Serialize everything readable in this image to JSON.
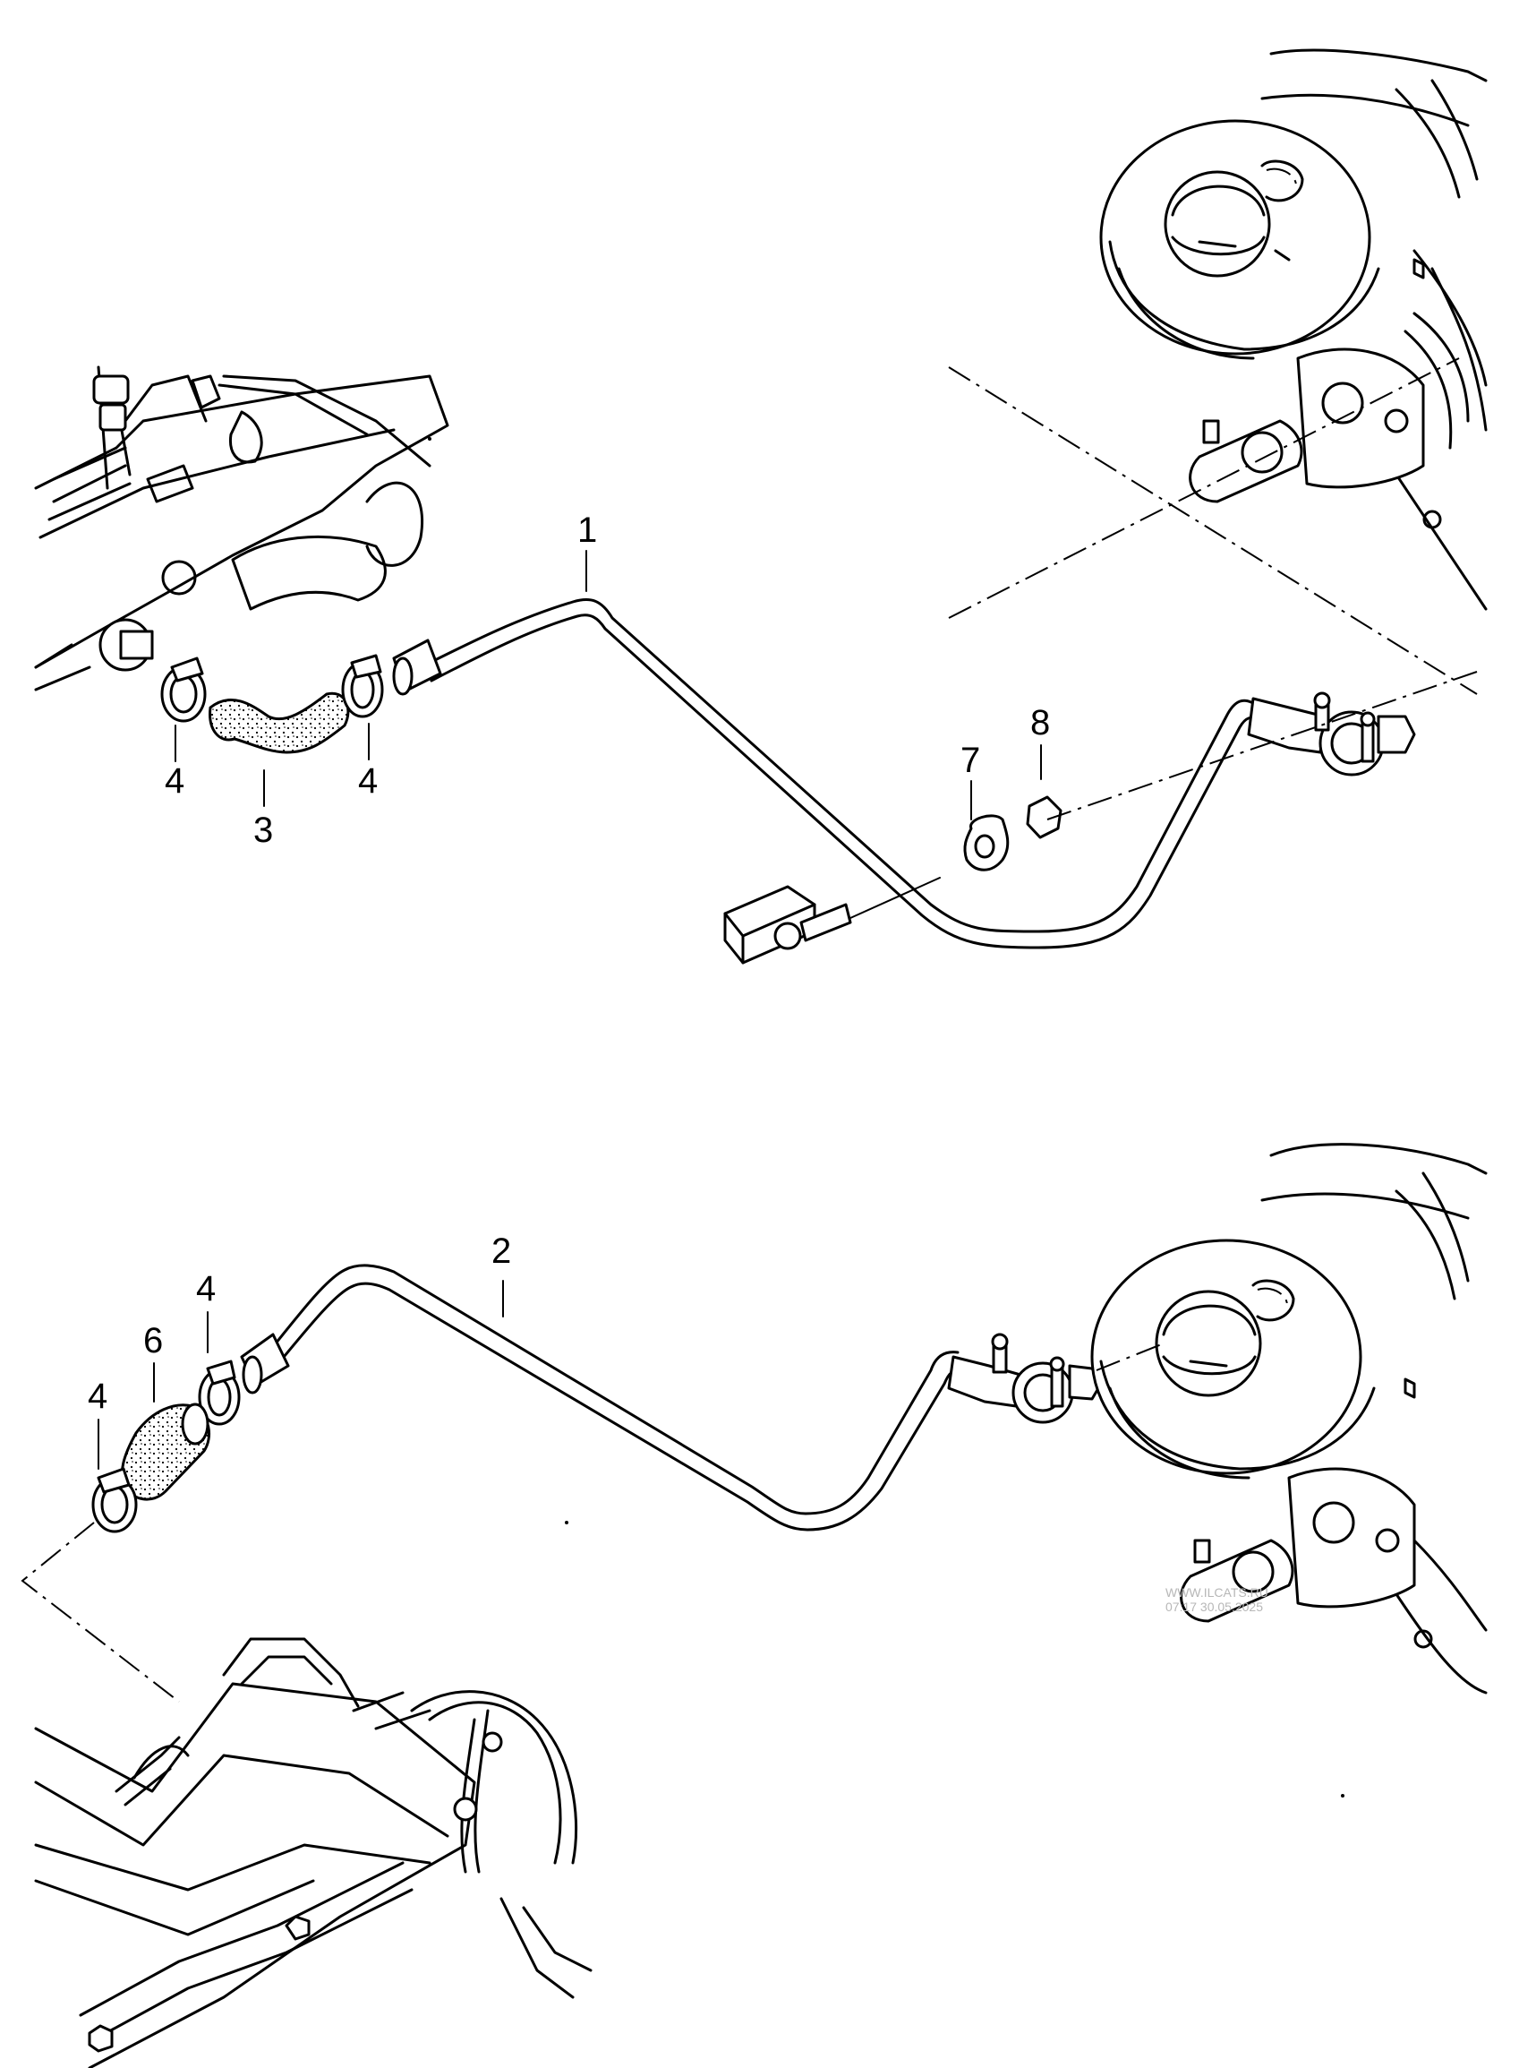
{
  "diagram": {
    "callouts": {
      "c1": "1",
      "c2": "2",
      "c3": "3",
      "c4a": "4",
      "c4b": "4",
      "c4c": "4",
      "c4d": "4",
      "c6": "6",
      "c7": "7",
      "c8": "8"
    },
    "watermark": {
      "line1": "WWW.ILCATS.RU",
      "line2": "07:17 30.05.2025"
    }
  }
}
